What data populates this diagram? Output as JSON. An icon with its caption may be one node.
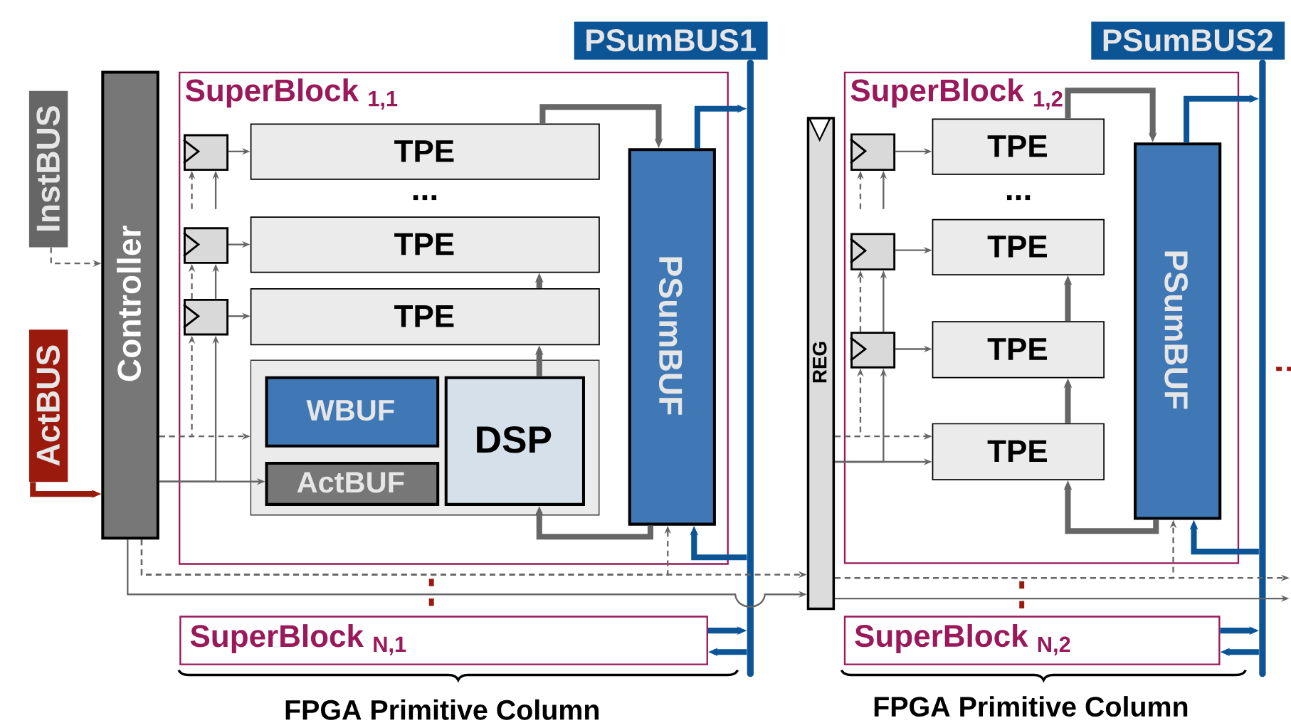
{
  "diagram": {
    "nodes": [
      {
        "text": [
          "InstBUS"
        ]
      },
      {
        "text": [
          "ActBUS"
        ]
      },
      {
        "text": [
          "Controller"
        ]
      },
      {
        "text": [
          "PSumBUS1"
        ]
      },
      {
        "text": [],
        "shape": "bar"
      },
      {
        "text": [
          "SuperBlock $_{1,1}$"
        ]
      },
      {
        "text": [],
        "shape": "box",
        "in": 5
      },
      {
        "text": [
          "TPE"
        ],
        "in": 5
      },
      {
        "text": [],
        "shape": "box",
        "in": 5
      },
      {
        "text": [
          "TPE"
        ],
        "in": 5
      },
      {
        "text": [],
        "shape": "box",
        "in": 5
      },
      {
        "text": [
          "TPE"
        ],
        "in": 5
      },
      {
        "text": [],
        "shape": "box",
        "in": 5
      },
      {
        "text": [
          "WBUF"
        ],
        "in": 12
      },
      {
        "text": [
          "ActBUF"
        ],
        "in": 12
      },
      {
        "text": [
          "DSP"
        ],
        "in": 12
      },
      {
        "text": [
          "PSumBUF"
        ],
        "in": 5
      },
      {
        "text": [
          "SuperBlock $_{N,1}$"
        ]
      },
      {
        "text": [
          "REG"
        ]
      },
      {
        "text": [
          "PSumBUS2"
        ]
      },
      {
        "text": [],
        "shape": "bar"
      },
      {
        "text": [
          "SuperBlock $_{1,2}$"
        ]
      },
      {
        "text": [],
        "shape": "box",
        "in": 21
      },
      {
        "text": [
          "TPE"
        ],
        "in": 21
      },
      {
        "text": [],
        "shape": "box",
        "in": 21
      },
      {
        "text": [
          "TPE"
        ],
        "in": 21
      },
      {
        "text": [],
        "shape": "box",
        "in": 21
      },
      {
        "text": [
          "TPE"
        ],
        "in": 21
      },
      {
        "text": [
          "TPE"
        ],
        "in": 21
      },
      {
        "text": [
          "PSumBUF"
        ],
        "in": 21
      },
      {
        "text": [
          "SuperBlock $_{N,2}$"
        ]
      }
    ],
    "edges": [
      {
        "from": 0,
        "to": 2,
        "arrow": "to",
        "style": "dashed"
      },
      {
        "from": 1,
        "to": 2,
        "arrow": "to",
        "style": "thick",
        "color": "#9a1a0e"
      },
      {
        "from": 6,
        "to": 7,
        "arrow": "to"
      },
      {
        "from": 8,
        "to": 9,
        "arrow": "to"
      },
      {
        "from": 10,
        "to": 11,
        "arrow": "to"
      },
      {
        "from": 2,
        "to": 12,
        "arrow": "to",
        "style": "dashed"
      },
      {
        "from": 2,
        "to": 10,
        "arrow": "to",
        "style": "dashed"
      },
      {
        "from": 2,
        "to": 14,
        "arrow": "to"
      },
      {
        "from": 2,
        "to": 10,
        "arrow": "to"
      },
      {
        "from": 10,
        "to": 8,
        "arrow": "to",
        "style": "dashed"
      },
      {
        "from": 10,
        "to": 8,
        "arrow": "to"
      },
      {
        "from": null,
        "to": 6,
        "arrow": "to",
        "style": "dashed"
      },
      {
        "from": null,
        "to": 6,
        "arrow": "to"
      },
      {
        "from": 15,
        "to": 11,
        "arrow": "to",
        "style": "thick"
      },
      {
        "from": 11,
        "to": 9,
        "arrow": "to",
        "style": "thick"
      },
      {
        "from": 7,
        "to": 16,
        "arrow": "to",
        "style": "thick"
      },
      {
        "from": 16,
        "to": 15,
        "arrow": "to",
        "style": "thick"
      },
      {
        "from": 16,
        "to": 4,
        "arrow": "to",
        "style": "thick",
        "color": "#0b5496"
      },
      {
        "from": 4,
        "to": 16,
        "arrow": "to",
        "style": "thick",
        "color": "#0b5496"
      },
      {
        "from": 2,
        "to": 18,
        "arrow": "to",
        "style": "dashed"
      },
      {
        "from": 2,
        "to": 16,
        "arrow": "to",
        "style": "dashed"
      },
      {
        "from": 2,
        "to": 18,
        "arrow": "to"
      },
      {
        "from": 17,
        "to": 4,
        "arrow": "to",
        "style": "thick",
        "color": "#0b5496"
      },
      {
        "from": 4,
        "to": 17,
        "arrow": "to",
        "style": "thick",
        "color": "#0b5496"
      },
      {
        "from": 22,
        "to": 23,
        "arrow": "to"
      },
      {
        "from": 24,
        "to": 25,
        "arrow": "to"
      },
      {
        "from": 26,
        "to": 27,
        "arrow": "to"
      },
      {
        "from": 18,
        "to": 28,
        "arrow": "to",
        "style": "dashed"
      },
      {
        "from": 18,
        "to": 26,
        "arrow": "to",
        "style": "dashed"
      },
      {
        "from": 18,
        "to": 28,
        "arrow": "to"
      },
      {
        "from": 18,
        "to": 26,
        "arrow": "to"
      },
      {
        "from": 26,
        "to": 24,
        "arrow": "to",
        "style": "dashed"
      },
      {
        "from": 26,
        "to": 24,
        "arrow": "to"
      },
      {
        "from": null,
        "to": 22,
        "arrow": "to",
        "style": "dashed"
      },
      {
        "from": null,
        "to": 22,
        "arrow": "to"
      },
      {
        "from": 28,
        "to": 27,
        "arrow": "to",
        "style": "thick"
      },
      {
        "from": 27,
        "to": 25,
        "arrow": "to",
        "style": "thick"
      },
      {
        "from": 23,
        "to": 29,
        "arrow": "to",
        "style": "thick"
      },
      {
        "from": 29,
        "to": 28,
        "arrow": "to",
        "style": "thick"
      },
      {
        "from": 29,
        "to": 20,
        "arrow": "to",
        "style": "thick",
        "color": "#0b5496"
      },
      {
        "from": 20,
        "to": 29,
        "arrow": "to",
        "style": "thick",
        "color": "#0b5496"
      },
      {
        "from": 18,
        "to": null,
        "arrow": "to",
        "style": "dashed"
      },
      {
        "from": 18,
        "to": 29,
        "arrow": "to",
        "style": "dashed"
      },
      {
        "from": 18,
        "to": null,
        "arrow": "to"
      },
      {
        "from": 30,
        "to": 20,
        "arrow": "to",
        "style": "thick",
        "color": "#0b5496"
      },
      {
        "from": 20,
        "to": 30,
        "arrow": "to",
        "style": "thick",
        "color": "#0b5496"
      }
    ],
    "labels": [
      "...",
      "...",
      "FPGA Primitive Column",
      "FPGA Primitive Column"
    ]
  }
}
